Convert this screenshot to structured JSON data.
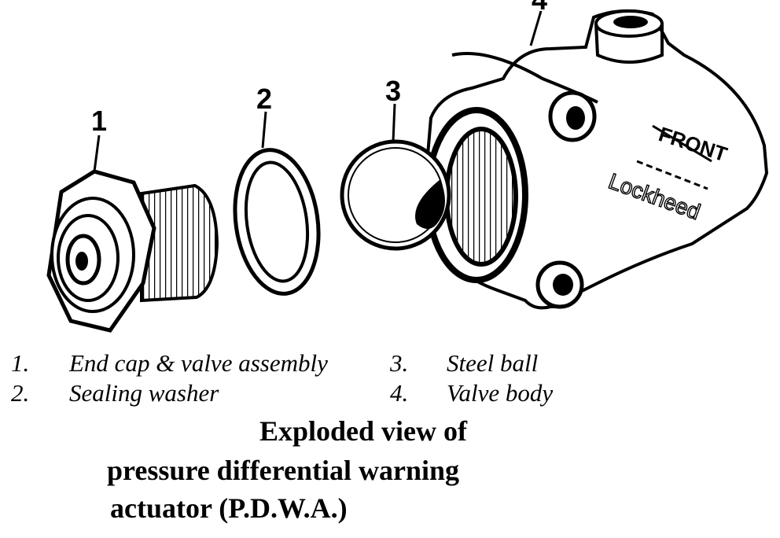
{
  "callouts": [
    "1",
    "2",
    "3",
    "4"
  ],
  "legend": [
    {
      "num": "1.",
      "text": "End cap & valve assembly"
    },
    {
      "num": "2.",
      "text": "Sealing washer"
    },
    {
      "num": "3.",
      "text": "Steel ball"
    },
    {
      "num": "4.",
      "text": "Valve body"
    }
  ],
  "caption": {
    "line1": "Exploded view of",
    "line2": "pressure differential warning",
    "line3": "actuator (P.D.W.A.)"
  },
  "stamp": {
    "line1": "FRONT",
    "line2": "Lockheed"
  }
}
